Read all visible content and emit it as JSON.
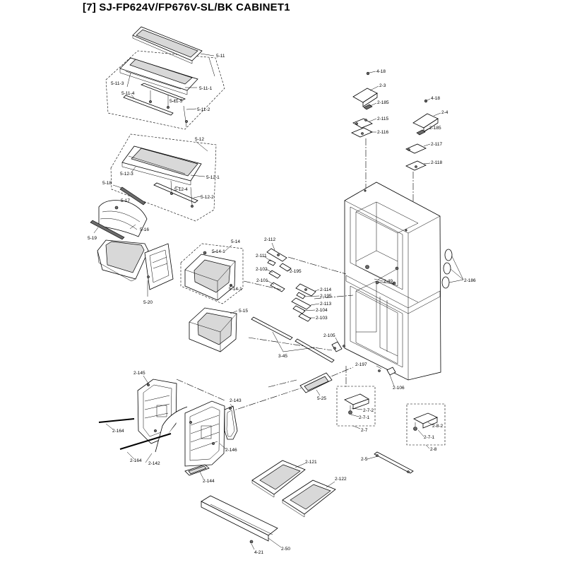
{
  "title": "[7] SJ-FP624V/FP676V-SL/BK CABINET1",
  "labels": {
    "l_5_11": "5-11",
    "l_5_11_3": "5-11-3",
    "l_5_11_1": "5-11-1",
    "l_5_11_4": "5-11-4",
    "l_5_11_5": "5-11-5",
    "l_5_11_2": "5-11-2",
    "l_5_12": "5-12",
    "l_5_12_3": "5-12-3",
    "l_5_12_1": "5-12-1",
    "l_5_12_4": "5-12-4",
    "l_5_12_2": "5-12-2",
    "l_5_18": "5-18",
    "l_5_17": "5-17",
    "l_5_16": "5-16",
    "l_5_19": "5-19",
    "l_5_20": "5-20",
    "l_5_14": "5-14",
    "l_5_14_1a": "5-14-1",
    "l_5_14_1b": "5-14-1",
    "l_5_15": "5-15",
    "l_2_112": "2-112",
    "l_2_111": "2-111",
    "l_2_102": "2-102",
    "l_2_195a": "2-195",
    "l_2_101": "2-101",
    "l_2_114": "2-114",
    "l_2_195b": "2-195",
    "l_2_113": "2-113",
    "l_2_104": "2-104",
    "l_2_103": "2-103",
    "l_4_18a": "4-18",
    "l_2_3": "2-3",
    "l_2_185a": "2-185",
    "l_2_115": "2-115",
    "l_2_116": "2-116",
    "l_4_18b": "4-18",
    "l_2_4": "2-4",
    "l_2_185b": "2-185",
    "l_2_117": "2-117",
    "l_2_118": "2-118",
    "l_2_49": "2-49",
    "l_2_186": "2-186",
    "l_3_45": "3-45",
    "l_2_105": "2-105",
    "l_2_197": "2-197",
    "l_2_106": "2-106",
    "l_5_25": "5-25",
    "l_2_7_2": "2-7-2",
    "l_2_7_1": "2-7-1",
    "l_2_7": "2-7",
    "l_2_8_2": "2-8-2",
    "l_2_7_1b": "2-7-1",
    "l_2_8": "2-8",
    "l_2_5": "2-5",
    "l_2_145": "2-145",
    "l_2_143": "2-143",
    "l_2_164a": "2-164",
    "l_2_164b": "2-164",
    "l_2_142": "2-142",
    "l_2_146": "2-146",
    "l_2_144": "2-144",
    "l_2_121": "2-121",
    "l_2_122": "2-122",
    "l_2_50": "2-50",
    "l_4_21": "4-21"
  }
}
